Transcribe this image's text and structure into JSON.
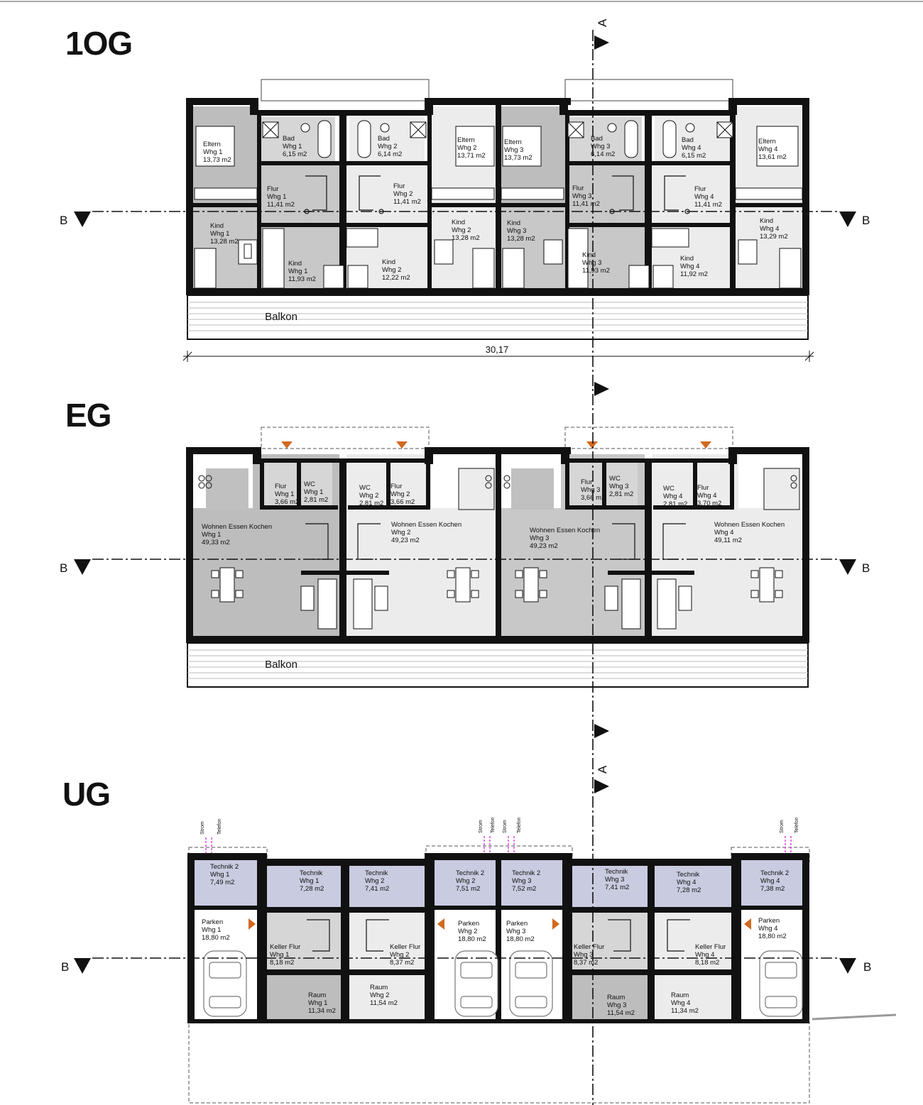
{
  "floors": {
    "og": {
      "title": "1OG"
    },
    "eg": {
      "title": "EG"
    },
    "ug": {
      "title": "UG"
    }
  },
  "section_marks": {
    "a": "A",
    "b": "B"
  },
  "dimension": "30,17",
  "balcony_label": "Balkon",
  "utilities": {
    "strom": "Strom",
    "telefon": "Telefon"
  },
  "colors": {
    "wall": "#111111",
    "room_dark": "#bdbdbd",
    "room_mid": "#d6d6d6",
    "room_light": "#ececec",
    "technik": "#c9cbe0",
    "entrance_arrow": "#d2691e",
    "util_line": "#d81bd8"
  },
  "rooms": {
    "og": [
      {
        "id": "og-eltern-1",
        "lines": [
          "Eltern",
          "Whg 1",
          "13,73 m2"
        ]
      },
      {
        "id": "og-bad-1",
        "lines": [
          "Bad",
          "Whg 1",
          "6,15 m2"
        ]
      },
      {
        "id": "og-bad-2",
        "lines": [
          "Bad",
          "Whg 2",
          "6,14 m2"
        ]
      },
      {
        "id": "og-eltern-2",
        "lines": [
          "Eltern",
          "Whg 2",
          "13,71 m2"
        ]
      },
      {
        "id": "og-eltern-3",
        "lines": [
          "Eltern",
          "Whg 3",
          "13,73 m2"
        ]
      },
      {
        "id": "og-bad-3",
        "lines": [
          "Bad",
          "Whg 3",
          "6,14 m2"
        ]
      },
      {
        "id": "og-bad-4",
        "lines": [
          "Bad",
          "Whg 4",
          "6,15 m2"
        ]
      },
      {
        "id": "og-eltern-4",
        "lines": [
          "Eltern",
          "Whg 4",
          "13,61 m2"
        ]
      },
      {
        "id": "og-flur-1",
        "lines": [
          "Flur",
          "Whg 1",
          "11,41 m2"
        ]
      },
      {
        "id": "og-flur-2",
        "lines": [
          "Flur",
          "Whg 2",
          "11,41 m2"
        ]
      },
      {
        "id": "og-flur-3",
        "lines": [
          "Flur",
          "Whg 3",
          "11,41 m2"
        ]
      },
      {
        "id": "og-flur-4",
        "lines": [
          "Flur",
          "Whg 4",
          "11,41 m2"
        ]
      },
      {
        "id": "og-kind-1a",
        "lines": [
          "Kind",
          "Whg 1",
          "13,28 m2"
        ]
      },
      {
        "id": "og-kind-2a",
        "lines": [
          "Kind",
          "Whg 2",
          "13,28 m2"
        ]
      },
      {
        "id": "og-kind-3a",
        "lines": [
          "Kind",
          "Whg 3",
          "13,28 m2"
        ]
      },
      {
        "id": "og-kind-4a",
        "lines": [
          "Kind",
          "Whg 4",
          "13,29 m2"
        ]
      },
      {
        "id": "og-kind-1b",
        "lines": [
          "Kind",
          "Whg 1",
          "11,93 m2"
        ]
      },
      {
        "id": "og-kind-2b",
        "lines": [
          "Kind",
          "Whg 2",
          "12,22 m2"
        ]
      },
      {
        "id": "og-kind-3b",
        "lines": [
          "Kind",
          "Whg 3",
          "11,93 m2"
        ]
      },
      {
        "id": "og-kind-4b",
        "lines": [
          "Kind",
          "Whg 4",
          "11,92 m2"
        ]
      }
    ],
    "eg": [
      {
        "id": "eg-flur-1",
        "lines": [
          "Flur",
          "Whg 1",
          "3,66 m2"
        ]
      },
      {
        "id": "eg-wc-1",
        "lines": [
          "WC",
          "Whg 1",
          "2,81 m2"
        ]
      },
      {
        "id": "eg-wc-2",
        "lines": [
          "WC",
          "Whg 2",
          "2,81 m2"
        ]
      },
      {
        "id": "eg-flur-2",
        "lines": [
          "Flur",
          "Whg 2",
          "3,66 m2"
        ]
      },
      {
        "id": "eg-flur-3",
        "lines": [
          "Flur",
          "Whg 3",
          "3,66 m2"
        ]
      },
      {
        "id": "eg-wc-3",
        "lines": [
          "WC",
          "Whg 3",
          "2,81 m2"
        ]
      },
      {
        "id": "eg-wc-4",
        "lines": [
          "WC",
          "Whg 4",
          "2,81 m2"
        ]
      },
      {
        "id": "eg-flur-4",
        "lines": [
          "Flur",
          "Whg 4",
          "3,70 m2"
        ]
      },
      {
        "id": "eg-wek-1",
        "lines": [
          "Wohnen Essen Kochen",
          "Whg 1",
          "49,33 m2"
        ]
      },
      {
        "id": "eg-wek-2",
        "lines": [
          "Wohnen Essen Kochen",
          "Whg 2",
          "49,23 m2"
        ]
      },
      {
        "id": "eg-wek-3",
        "lines": [
          "Wohnen Essen Kochen",
          "Whg 3",
          "49,23 m2"
        ]
      },
      {
        "id": "eg-wek-4",
        "lines": [
          "Wohnen Essen Kochen",
          "Whg 4",
          "49,11 m2"
        ]
      }
    ],
    "ug": [
      {
        "id": "ug-technik2-1",
        "lines": [
          "Technik 2",
          "Whg 1",
          "7,49 m2"
        ]
      },
      {
        "id": "ug-technik-1",
        "lines": [
          "Technik",
          "Whg 1",
          "7,28 m2"
        ]
      },
      {
        "id": "ug-technik-2",
        "lines": [
          "Technik",
          "Whg 2",
          "7,41 m2"
        ]
      },
      {
        "id": "ug-technik2-2",
        "lines": [
          "Technik 2",
          "Whg 2",
          "7,51 m2"
        ]
      },
      {
        "id": "ug-technik2-3",
        "lines": [
          "Technik 2",
          "Whg 3",
          "7,52 m2"
        ]
      },
      {
        "id": "ug-technik-3",
        "lines": [
          "Technik",
          "Whg 3",
          "7,41 m2"
        ]
      },
      {
        "id": "ug-technik-4",
        "lines": [
          "Technik",
          "Whg 4",
          "7,28 m2"
        ]
      },
      {
        "id": "ug-technik2-4",
        "lines": [
          "Technik 2",
          "Whg 4",
          "7,38 m2"
        ]
      },
      {
        "id": "ug-parken-1",
        "lines": [
          "Parken",
          "Whg 1",
          "18,80 m2"
        ]
      },
      {
        "id": "ug-parken-2",
        "lines": [
          "Parken",
          "Whg 2",
          "18,80 m2"
        ]
      },
      {
        "id": "ug-parken-3",
        "lines": [
          "Parken",
          "Whg 3",
          "18,80 m2"
        ]
      },
      {
        "id": "ug-parken-4",
        "lines": [
          "Parken",
          "Whg 4",
          "18,80 m2"
        ]
      },
      {
        "id": "ug-kellerflur-1",
        "lines": [
          "Keller Flur",
          "Whg 1",
          "8,18 m2"
        ]
      },
      {
        "id": "ug-kellerflur-2",
        "lines": [
          "Keller Flur",
          "Whg 2",
          "8,37 m2"
        ]
      },
      {
        "id": "ug-kellerflur-3",
        "lines": [
          "Keller Flur",
          "Whg 3",
          "8,37 m2"
        ]
      },
      {
        "id": "ug-kellerflur-4",
        "lines": [
          "Keller Flur",
          "Whg 4",
          "8,18 m2"
        ]
      },
      {
        "id": "ug-raum-1",
        "lines": [
          "Raum",
          "Whg 1",
          "11,34 m2"
        ]
      },
      {
        "id": "ug-raum-2",
        "lines": [
          "Raum",
          "Whg 2",
          "11,54 m2"
        ]
      },
      {
        "id": "ug-raum-3",
        "lines": [
          "Raum",
          "Whg 3",
          "11,54 m2"
        ]
      },
      {
        "id": "ug-raum-4",
        "lines": [
          "Raum",
          "Whg 4",
          "11,34 m2"
        ]
      }
    ]
  }
}
